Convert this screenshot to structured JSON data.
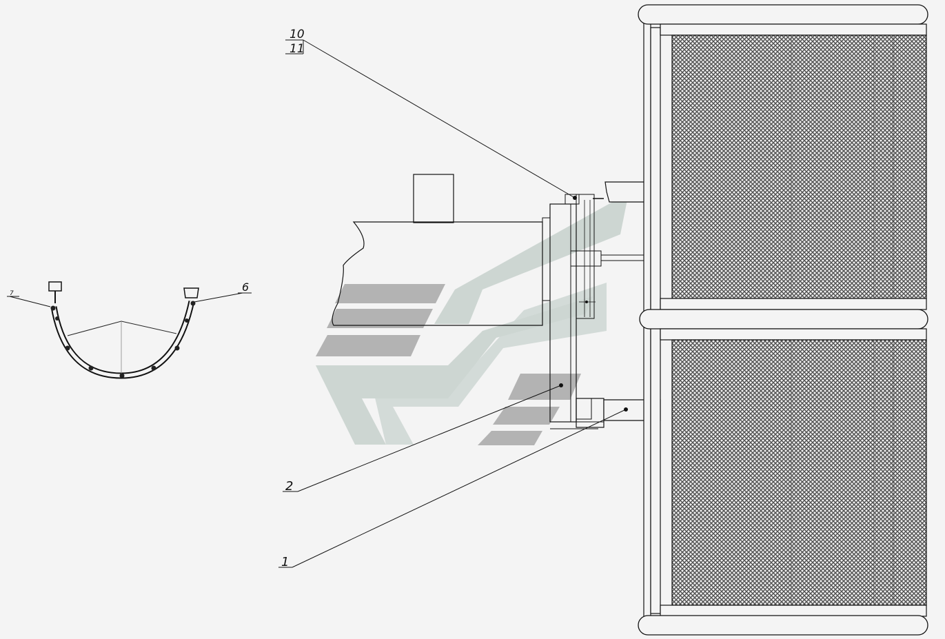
{
  "callouts": {
    "c10": "10",
    "c11": "11",
    "c7": "7",
    "c6": "6",
    "c2": "2",
    "c1": "1"
  },
  "colors": {
    "background": "#f4f4f4",
    "line": "#111111",
    "mesh": "#3a3a3a",
    "watermark_dark": "#b3b3b3",
    "watermark_light": "#cdd6d2"
  }
}
